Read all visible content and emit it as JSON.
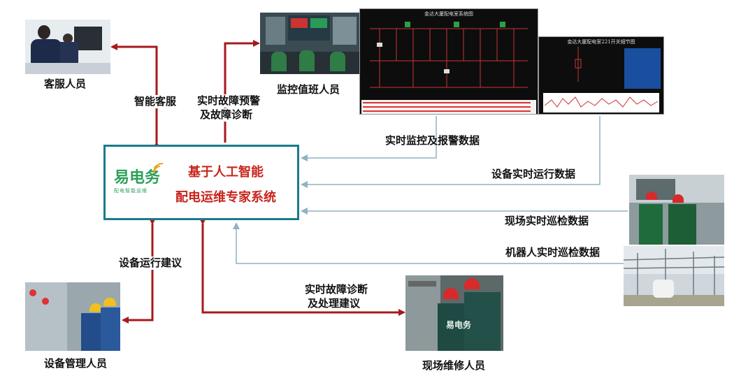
{
  "center": {
    "logo_text": "易电务",
    "logo_sub": "配电智能运维",
    "title_line1": "基于人工智能",
    "title_line2": "配电运维专家系统"
  },
  "nodes": {
    "customer_service": "客服人员",
    "monitoring_staff": "监控值班人员",
    "equipment_manager": "设备管理人员",
    "field_repair": "现场维修人员"
  },
  "edges": {
    "smart_customer_service": "智能客服",
    "realtime_fault_warning_1": "实时故障预警",
    "realtime_fault_warning_2": "及故障诊断",
    "realtime_monitoring_data": "实时监控及报警数据",
    "equipment_runtime_data": "设备实时运行数据",
    "field_inspection_data": "现场实时巡检数据",
    "robot_inspection_data": "机器人实时巡检数据",
    "equipment_operation_advice": "设备运行建议",
    "fault_diagnosis_1": "实时故障诊断",
    "fault_diagnosis_2": "及处理建议"
  },
  "screens": {
    "scada_title": "金达大厦配电室系统图",
    "detail_title": "金达大厦配电室221开关细节图"
  },
  "colors": {
    "accent_red": "#c8251d",
    "teal_border": "#1b7a8c",
    "logo_green": "#2ea05a",
    "data_line": "#8fb3c0"
  }
}
